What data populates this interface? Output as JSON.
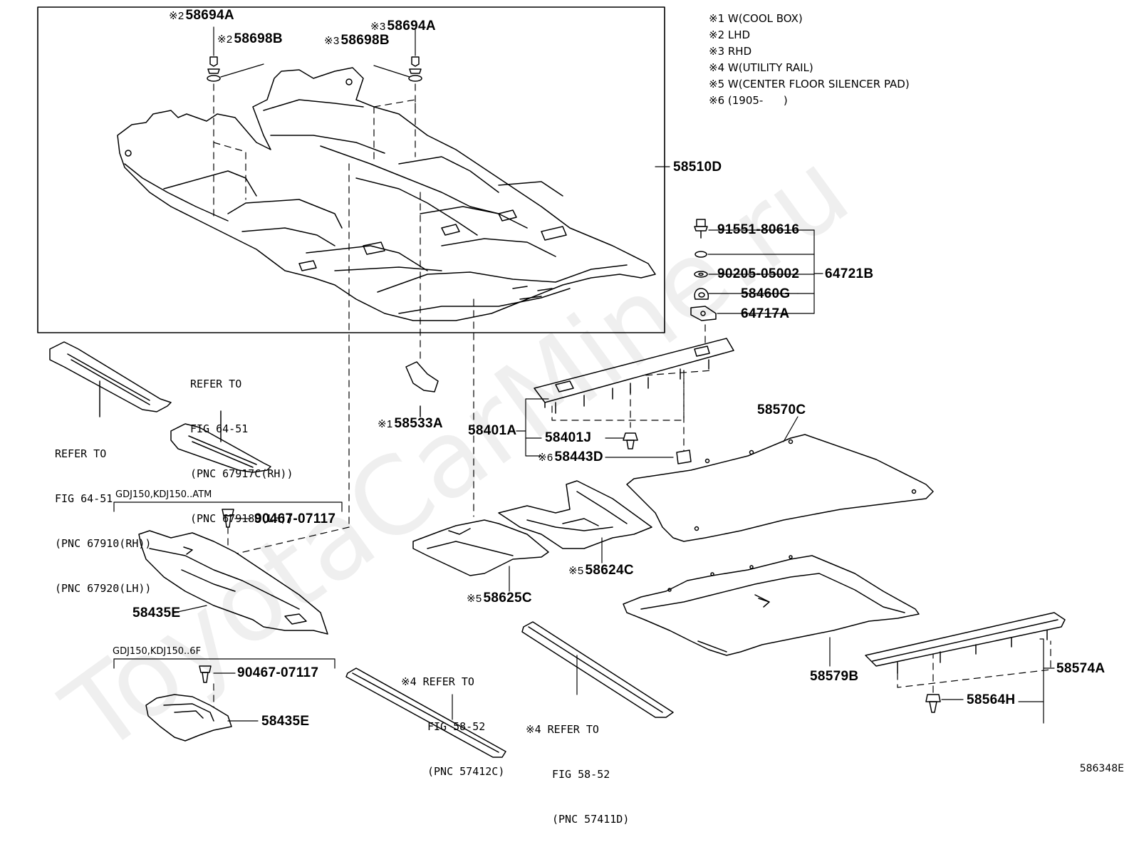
{
  "diagram_id": "586348E",
  "watermark": "ToyotaCarMine.ru",
  "notes": [
    "※1 W(COOL BOX)",
    "※2 LHD",
    "※3 RHD",
    "※4 W(UTILITY RAIL)",
    "※5 W(CENTER FLOOR SILENCER PAD)",
    "※6 (1905-      )"
  ],
  "parts": {
    "p58694A_l": {
      "mark": "※2",
      "num": "58694A"
    },
    "p58698B_l": {
      "mark": "※2",
      "num": "58698B"
    },
    "p58694A_r": {
      "mark": "※3",
      "num": "58694A"
    },
    "p58698B_r": {
      "mark": "※3",
      "num": "58698B"
    },
    "p58510D": {
      "mark": "",
      "num": "58510D"
    },
    "p91551": {
      "mark": "",
      "num": "91551-80616"
    },
    "p90205": {
      "mark": "",
      "num": "90205-05002"
    },
    "p64721B": {
      "mark": "",
      "num": "64721B"
    },
    "p58460G": {
      "mark": "",
      "num": "58460G"
    },
    "p64717A": {
      "mark": "",
      "num": "64717A"
    },
    "p58533A": {
      "mark": "※1",
      "num": "58533A"
    },
    "p58401A": {
      "mark": "",
      "num": "58401A"
    },
    "p58401J": {
      "mark": "",
      "num": "58401J"
    },
    "p58443D": {
      "mark": "※6",
      "num": "58443D"
    },
    "p58570C": {
      "mark": "",
      "num": "58570C"
    },
    "p90467_a": {
      "mark": "",
      "num": "90467-07117"
    },
    "p58435E_a": {
      "mark": "",
      "num": "58435E"
    },
    "p58624C": {
      "mark": "※5",
      "num": "58624C"
    },
    "p58625C": {
      "mark": "※5",
      "num": "58625C"
    },
    "p90467_b": {
      "mark": "",
      "num": "90467-07117"
    },
    "p58435E_b": {
      "mark": "",
      "num": "58435E"
    },
    "p58579B": {
      "mark": "",
      "num": "58579B"
    },
    "p58574A": {
      "mark": "",
      "num": "58574A"
    },
    "p58564H": {
      "mark": "",
      "num": "58564H"
    }
  },
  "refs": {
    "ref_67917": [
      "REFER TO",
      "FIG 64-51",
      "(PNC 67917C(RH))",
      "(PNC 67918D(LH))"
    ],
    "ref_67910": [
      "REFER TO",
      "FIG 64-51",
      "(PNC 67910(RH))",
      "(PNC 67920(LH))"
    ],
    "ref_57412": [
      "※4 REFER TO",
      "FIG 58-52",
      "(PNC 57412C)"
    ],
    "ref_57411": [
      "※4 REFER TO",
      "FIG 58-52",
      "(PNC 57411D)"
    ]
  },
  "groups": {
    "atm": "GDJ150,KDJ150..ATM",
    "six_f": "GDJ150,KDJ150..6F"
  }
}
